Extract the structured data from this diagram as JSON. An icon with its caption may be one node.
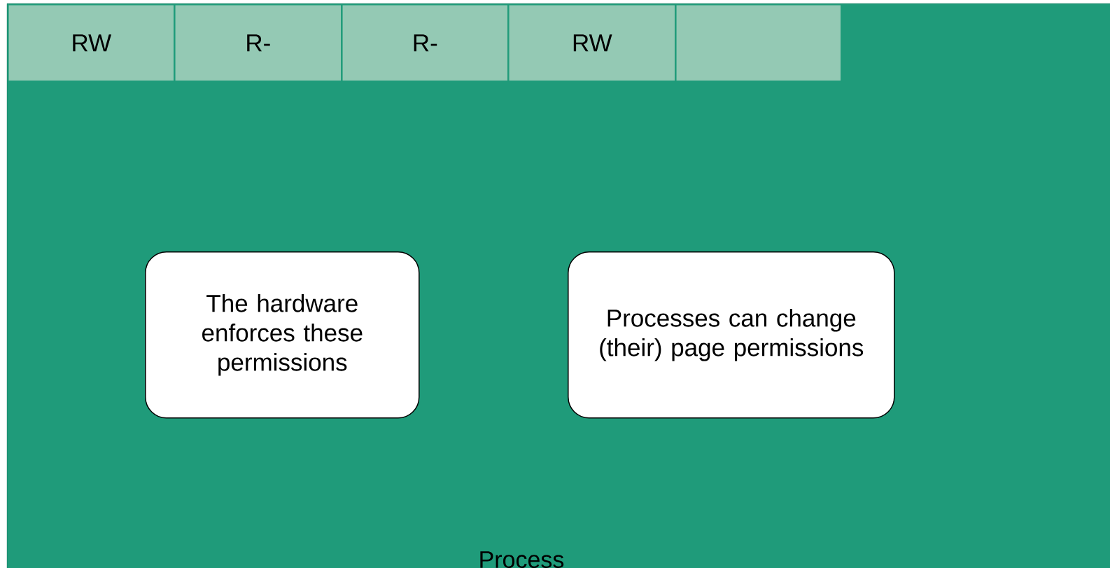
{
  "diagram": {
    "nodes": [
      {
        "text": [
          "Process"
        ]
      },
      {
        "text": [
          "RW"
        ],
        "in": 0
      },
      {
        "text": [
          "R-"
        ],
        "in": 0
      },
      {
        "text": [
          "R-"
        ],
        "in": 0
      },
      {
        "text": [
          "RW"
        ],
        "in": 0
      },
      {
        "text": [],
        "shape": "box",
        "in": 0
      },
      {
        "text": [
          "The hardware enforces these permissions"
        ],
        "in": 0
      },
      {
        "text": [
          "Processes can change (their) page permissions"
        ],
        "in": 0
      }
    ]
  }
}
